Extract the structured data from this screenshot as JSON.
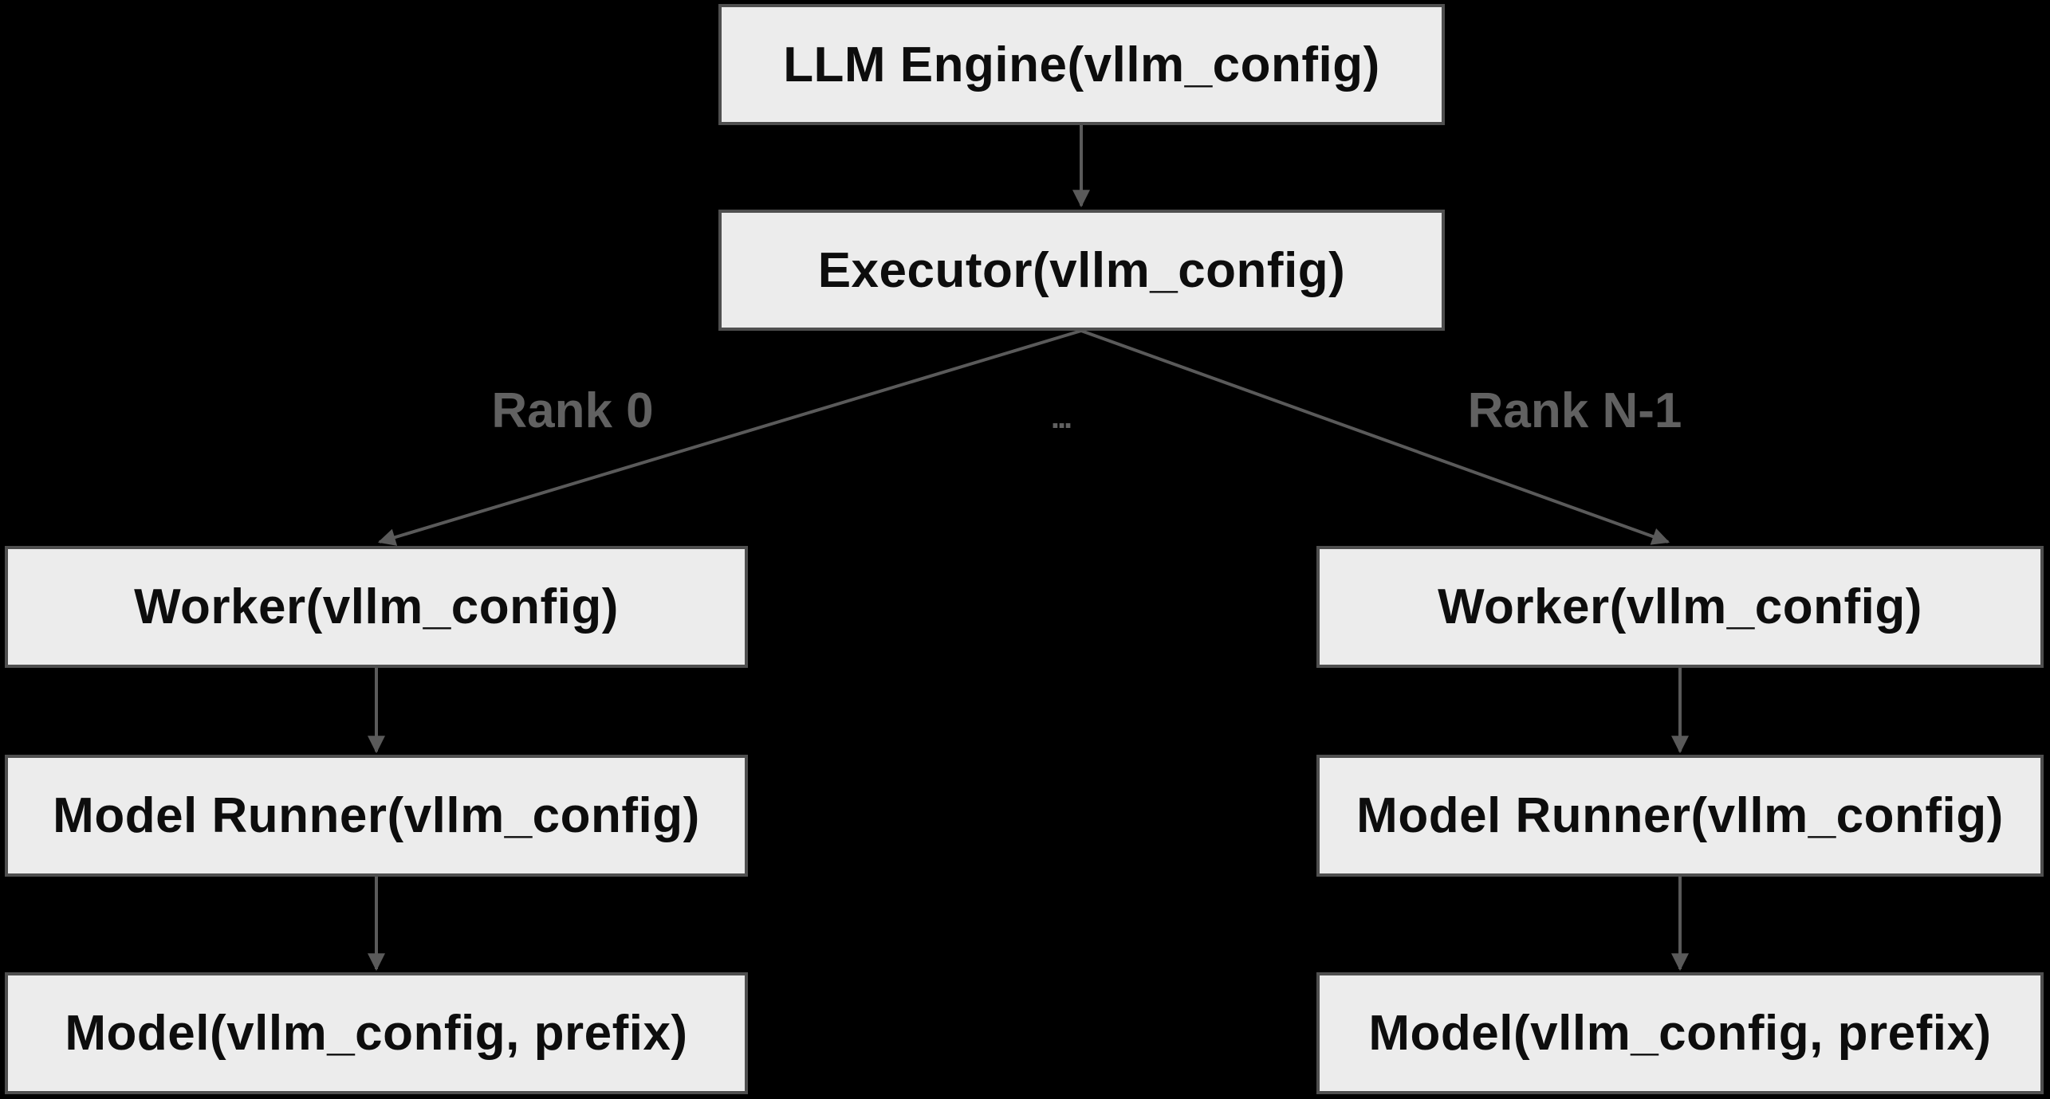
{
  "diagram": {
    "nodes": {
      "llm_engine": {
        "label": "LLM Engine(vllm_config)"
      },
      "executor": {
        "label": "Executor(vllm_config)"
      },
      "worker_left": {
        "label": "Worker(vllm_config)"
      },
      "worker_right": {
        "label": "Worker(vllm_config)"
      },
      "model_runner_left": {
        "label": "Model Runner(vllm_config)"
      },
      "model_runner_right": {
        "label": "Model Runner(vllm_config)"
      },
      "model_left": {
        "label": "Model(vllm_config, prefix)"
      },
      "model_right": {
        "label": "Model(vllm_config, prefix)"
      }
    },
    "edge_labels": {
      "rank0": "Rank 0",
      "rankN": "Rank N-1",
      "ellipsis": "..."
    },
    "colors": {
      "background": "#000000",
      "node_fill": "#ececec",
      "node_border": "#4f4f4f",
      "node_text": "#0d0d0d",
      "edge": "#5a5a5a",
      "edge_label": "#616161"
    }
  }
}
